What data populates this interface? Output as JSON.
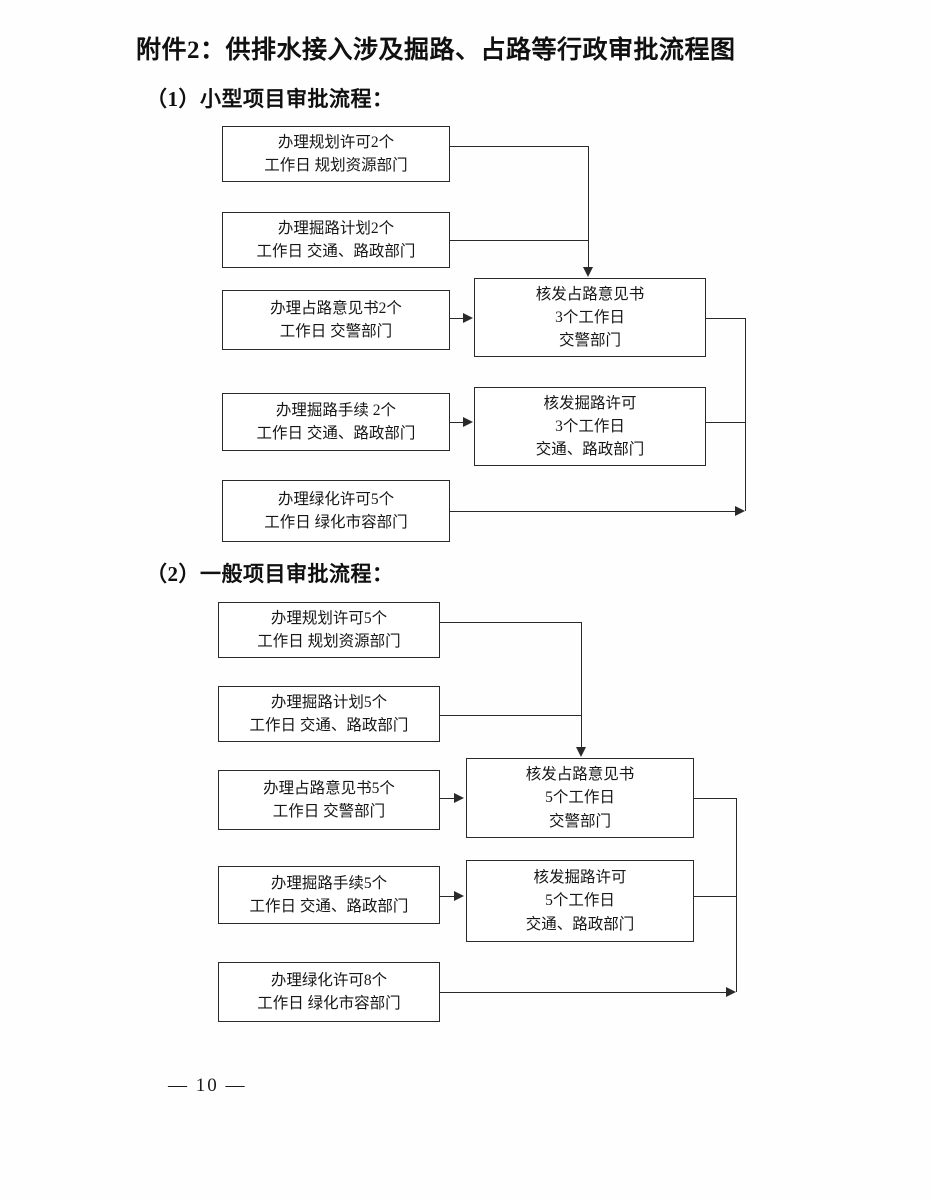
{
  "document": {
    "title": "附件2：供排水接入涉及掘路、占路等行政审批流程图",
    "page_number": "— 10 —"
  },
  "sections": [
    {
      "heading": "（1）小型项目审批流程：",
      "left_boxes": [
        {
          "line1": "办理规划许可2个",
          "line2": "工作日  规划资源部门"
        },
        {
          "line1": "办理掘路计划2个",
          "line2": "工作日  交通、路政部门"
        },
        {
          "line1": "办理占路意见书2个",
          "line2": "工作日  交警部门"
        },
        {
          "line1": "办理掘路手续 2个",
          "line2": "工作日  交通、路政部门"
        },
        {
          "line1": "办理绿化许可5个",
          "line2": "工作日  绿化市容部门"
        }
      ],
      "right_boxes": [
        {
          "line1": "核发占路意见书",
          "line2": "3个工作日",
          "line3": "交警部门"
        },
        {
          "line1": "核发掘路许可",
          "line2": "3个工作日",
          "line3": "交通、路政部门"
        }
      ]
    },
    {
      "heading": "（2）一般项目审批流程：",
      "left_boxes": [
        {
          "line1": "办理规划许可5个",
          "line2": "工作日  规划资源部门"
        },
        {
          "line1": "办理掘路计划5个",
          "line2": "工作日  交通、路政部门"
        },
        {
          "line1": "办理占路意见书5个",
          "line2": "工作日  交警部门"
        },
        {
          "line1": "办理掘路手续5个",
          "line2": "工作日  交通、路政部门"
        },
        {
          "line1": "办理绿化许可8个",
          "line2": "工作日  绿化市容部门"
        }
      ],
      "right_boxes": [
        {
          "line1": "核发占路意见书",
          "line2": "5个工作日",
          "line3": "交警部门"
        },
        {
          "line1": "核发掘路许可",
          "line2": "5个工作日",
          "line3": "交通、路政部门"
        }
      ]
    }
  ],
  "colors": {
    "ink": "#1a1a1a",
    "line": "#2a2a2a",
    "paper": "#fefefe"
  }
}
